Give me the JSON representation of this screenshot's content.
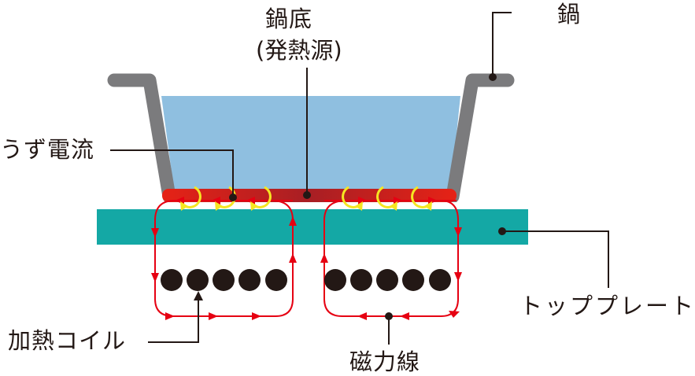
{
  "diagram": {
    "title": "IH調理器の加熱原理",
    "labels": {
      "pot_bottom_line1": "鍋底",
      "pot_bottom_line2": "(発熱源)",
      "pot": "鍋",
      "eddy_current": "うず電流",
      "top_plate": "トッププレート",
      "heating_coil": "加熱コイル",
      "magnetic_flux": "磁力線"
    },
    "colors": {
      "pot_wall": "#7b7b7d",
      "water": "#8fbfe0",
      "pot_bottom_hot": "#e0201a",
      "pot_bottom_dark": "#a81f24",
      "top_plate": "#14a8a5",
      "coil": "#231815",
      "magnetic_lines": "#e60012",
      "eddy_arrows": "#f5e622",
      "leader_lines": "#231815"
    },
    "coil_groups": [
      {
        "side": "left",
        "turns": 5
      },
      {
        "side": "right",
        "turns": 5
      }
    ],
    "eddy_loops": [
      {
        "side": "left",
        "count": 3,
        "direction": "counterclockwise"
      },
      {
        "side": "right",
        "count": 3,
        "direction": "clockwise"
      }
    ]
  }
}
